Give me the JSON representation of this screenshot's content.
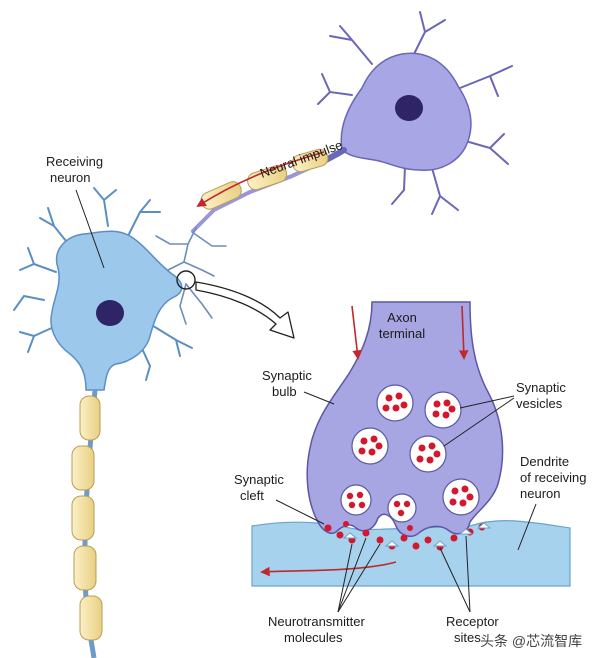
{
  "labels": {
    "receiving_neuron": [
      "Receiving",
      "neuron"
    ],
    "neural_impulse": "Neural impulse",
    "axon_terminal": [
      "Axon",
      "terminal"
    ],
    "synaptic_bulb": [
      "Synaptic",
      "bulb"
    ],
    "synaptic_vesicles": [
      "Synaptic",
      "vesicles"
    ],
    "synaptic_cleft": [
      "Synaptic",
      "cleft"
    ],
    "dendrite": [
      "Dendrite",
      "of receiving",
      "neuron"
    ],
    "neurotransmitter": [
      "Neurotransmitter",
      "molecules"
    ],
    "receptor_sites": [
      "Receptor",
      "sites"
    ]
  },
  "watermark": "头条 @芯流智库",
  "colors": {
    "sending_neuron": "#a9a6e6",
    "receiving_neuron": "#9cc8ec",
    "nucleus": "#2e2466",
    "myelin": "#f6e3a6",
    "axon_bulb": "#a7a5e2",
    "vesicle_dot": "#d3172c",
    "dendrite_fill": "#a6d2ee",
    "arrow": "#c0282d"
  }
}
